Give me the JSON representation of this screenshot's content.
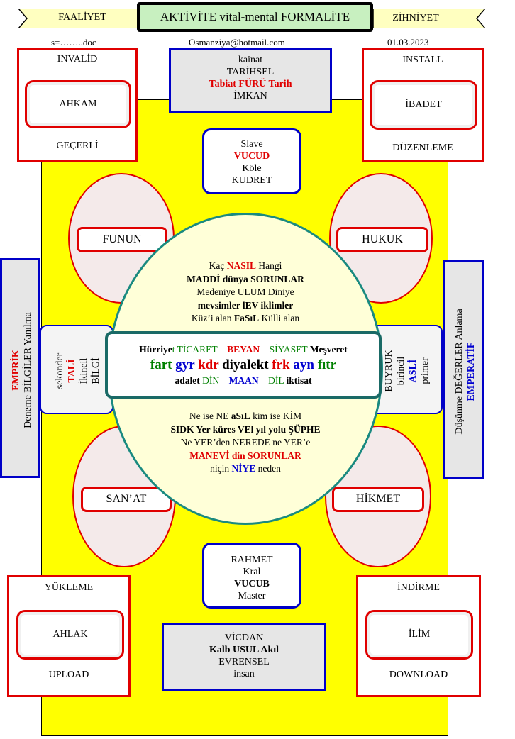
{
  "header": {
    "left_tab": "FAALİYET",
    "title": "AKTİVİTE vital-mental FORMALİTE",
    "right_tab": "ZİHNİYET",
    "file": "s=……..doc",
    "email": "Osmanziya@hotmail.com",
    "date": "01.03.2023"
  },
  "corners": {
    "top_left": {
      "top": "INVALİD",
      "inner": "AHKAM",
      "bottom": "GEÇERLİ"
    },
    "top_right": {
      "top": "INSTALL",
      "inner": "İBADET",
      "bottom": "DÜZENLEME"
    },
    "bottom_left": {
      "top": "YÜKLEME",
      "inner": "AHLAK",
      "bottom": "UPLOAD"
    },
    "bottom_right": {
      "top": "İNDİRME",
      "inner": "İLİM",
      "bottom": "DOWNLOAD"
    }
  },
  "top_box": {
    "l1": "kainat",
    "l2": "TARİHSEL",
    "l3": "Tabiat FÜRÜ Tarih",
    "l4": "İMKAN"
  },
  "slave_box": {
    "l1": "Slave",
    "l2": "VUCUD",
    "l3": "Köle",
    "l4": "KUDRET"
  },
  "master_box": {
    "l1": "RAHMET",
    "l2": "Kral",
    "l3": "VUCUB",
    "l4": "Master"
  },
  "bottom_box": {
    "l1": "VİCDAN",
    "l2": "Kalb USUL Akıl",
    "l3": "EVRENSEL",
    "l4": "insan"
  },
  "ellipses": {
    "top_left": "FUNUN",
    "top_right": "HUKUK",
    "bottom_left": "SAN’AT",
    "bottom_right": "HİKMET"
  },
  "circle_top": {
    "l1_a": "Kaç ",
    "l1_b": "NASIL",
    "l1_c": " Hangi",
    "l2": "MADDİ dünya SORUNLAR",
    "l3": "Medeniye ULUM Diniye",
    "l4": "mevsimler lEV iklimler",
    "l5_a": "Küz’i alan ",
    "l5_b": "FaSıL",
    "l5_c": " Külli alan"
  },
  "center": {
    "r1_a": "Hürriye",
    "r1_b": "t TİCARET",
    "r1_c": "BEYAN",
    "r1_d": "SİYASET",
    "r1_e": "Meşveret",
    "r2_a": "fart",
    "r2_b": "gyr",
    "r2_c": "kdr",
    "r2_d": "diyalekt",
    "r2_e": "frk",
    "r2_f": "ayn",
    "r2_g": "fıtr",
    "r3_a": "adalet ",
    "r3_b": "DİN",
    "r3_c": "MAAN",
    "r3_d": "DİL",
    "r3_e": "iktisat"
  },
  "circle_bottom": {
    "l1_a": "Ne ise NE ",
    "l1_b": "aSıL",
    "l1_c": " kim ise KİM",
    "l2": "SIDK Yer küres VEl yıl yolu ŞÜPHE",
    "l3": "Ne YER’den NEREDE ne YER’e",
    "l4": "MANEVİ din SORUNLAR",
    "l5_a": "niçin ",
    "l5_b": "NİYE",
    "l5_c": " neden"
  },
  "side_left": {
    "l1": "sekonder",
    "l2": "TALİ",
    "l3": "İkincil",
    "l4": "BİLGİ"
  },
  "side_right": {
    "l1": "BUYRUK",
    "l2": "birincil",
    "l3": "ASLİ",
    "l4": "primer"
  },
  "edge_left": {
    "l1": "EMPRİK",
    "l2": "Deneme BİLGİLER  Yanılma"
  },
  "edge_right": {
    "l1": "Düşünme DEĞERLER  Anlama",
    "l2": "EMPERATİF"
  },
  "colors": {
    "red": "#e00000",
    "blue": "#0000c8",
    "yellow": "#ffff00",
    "teal": "#1a8a80"
  }
}
